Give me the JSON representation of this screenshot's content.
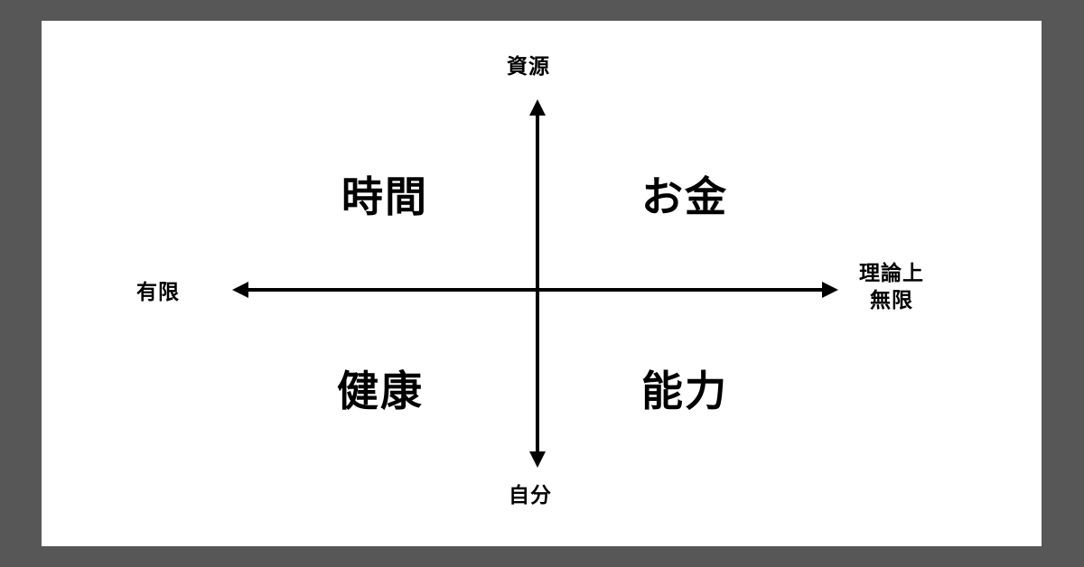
{
  "diagram": {
    "type": "quadrant-matrix",
    "axes": {
      "vertical": {
        "top_label": "資源",
        "bottom_label": "自分"
      },
      "horizontal": {
        "left_label": "有限",
        "right_label_line1": "理論上",
        "right_label_line2": "無限"
      }
    },
    "quadrants": {
      "top_left": "時間",
      "top_right": "お金",
      "bottom_left": "健康",
      "bottom_right": "能力"
    },
    "colors": {
      "frame": "#575757",
      "background": "#ffffff",
      "ink": "#000000"
    }
  }
}
